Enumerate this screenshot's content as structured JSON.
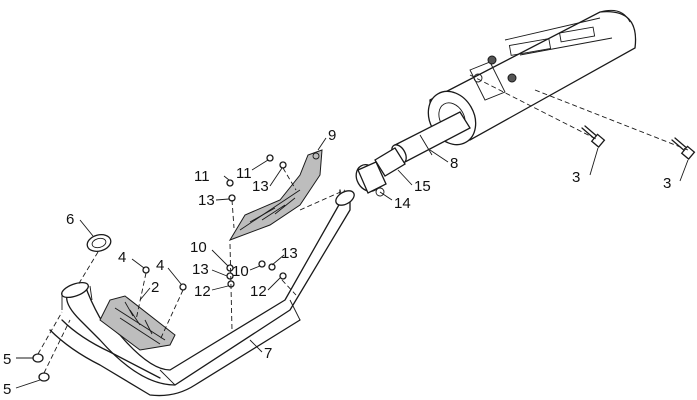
{
  "callouts": [
    "2",
    "3",
    "3",
    "4",
    "4",
    "5",
    "5",
    "6",
    "7",
    "8",
    "9",
    "10",
    "10",
    "11",
    "11",
    "12",
    "12",
    "13",
    "13",
    "13",
    "13",
    "14",
    "15"
  ]
}
